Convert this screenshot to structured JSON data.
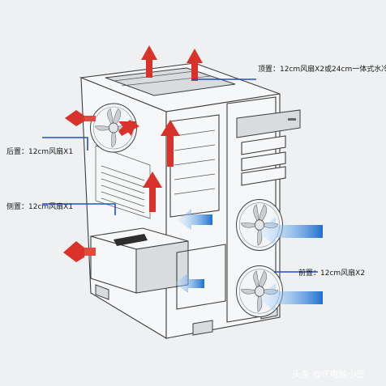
{
  "labels": {
    "top": "顶置：12cm风扇X2或24cm一体式水冷",
    "rear": "后置：12cm风扇X1",
    "side": "侧置：12cm风扇X1",
    "front": "前置：12cm风扇X2"
  },
  "watermark": "头条 @IT电脑小匠",
  "colors": {
    "exhaust": "#d8322a",
    "intake": "#2f7fd6",
    "callout": "#1f4fd1"
  },
  "icons": {
    "exhaust": "red-exhaust-arrow-icon",
    "intake": "blue-intake-arrow-icon",
    "fan": "fan-icon"
  }
}
